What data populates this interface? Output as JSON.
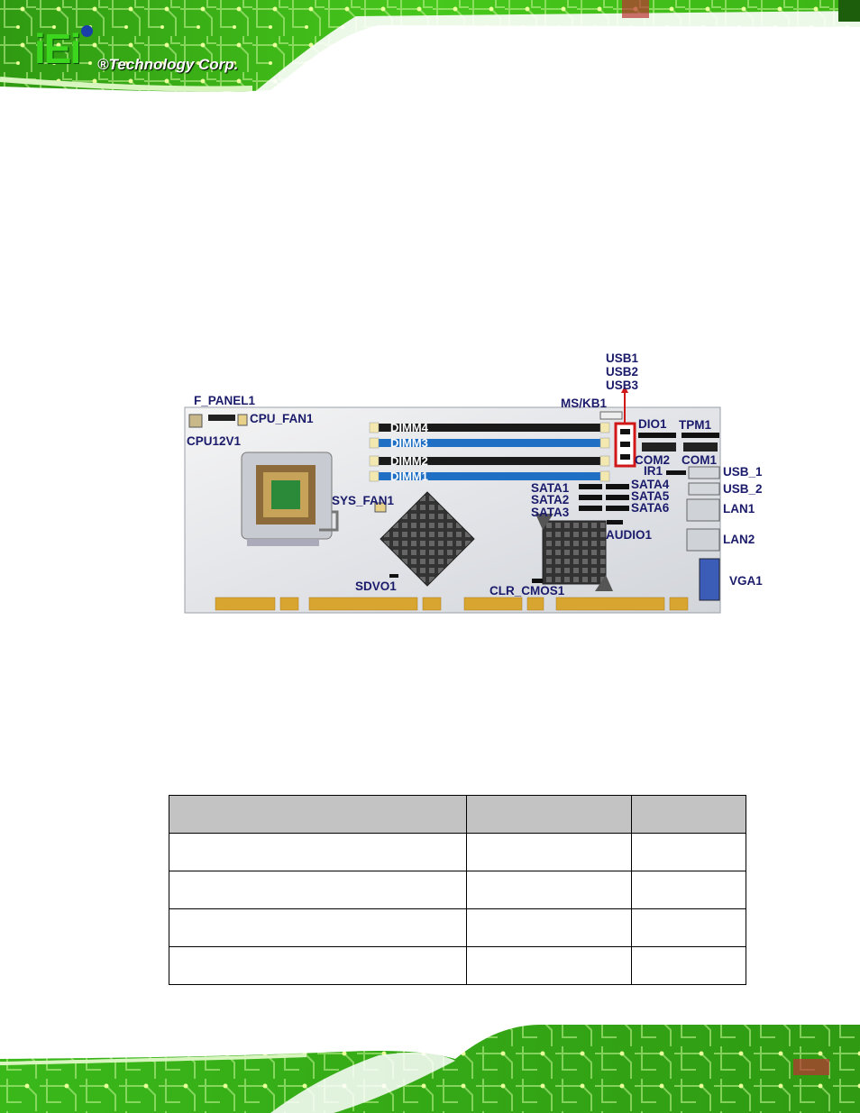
{
  "header": {
    "logo_mark": "iEi",
    "logo_text": "®Technology Corp."
  },
  "board_labels": {
    "usb1": "USB1",
    "usb2": "USB2",
    "usb3": "USB3",
    "f_panel1": "F_PANEL1",
    "ms_kb1": "MS/KB1",
    "cpu_fan1": "CPU_FAN1",
    "cpu12v1": "CPU12V1",
    "dimm4": "DIMM4",
    "dimm3": "DIMM3",
    "dimm2": "DIMM2",
    "dimm1": "DIMM1",
    "dio1": "DIO1",
    "tpm1": "TPM1",
    "com2": "COM2",
    "com1": "COM1",
    "ir1": "IR1",
    "usb_1": "USB_1",
    "usb_2": "USB_2",
    "sata1": "SATA1",
    "sata2": "SATA2",
    "sata3": "SATA3",
    "sata4": "SATA4",
    "sata5": "SATA5",
    "sata6": "SATA6",
    "sys_fan1": "SYS_FAN1",
    "lan1": "LAN1",
    "lan2": "LAN2",
    "audio1": "AUDIO1",
    "sdvo1": "SDVO1",
    "clr_cmos1": "CLR_CMOS1",
    "vga1": "VGA1"
  },
  "colors": {
    "banner_green": "#3ec21a",
    "label_navy": "#1b1b6b",
    "dimm_blue": "#1f6fc4",
    "highlight_red": "#d01818",
    "table_header_gray": "#c3c3c3"
  },
  "table": {
    "header": [
      "",
      "",
      ""
    ],
    "rows": [
      [
        "",
        "",
        ""
      ],
      [
        "",
        "",
        ""
      ],
      [
        "",
        "",
        ""
      ],
      [
        "",
        "",
        ""
      ]
    ]
  }
}
